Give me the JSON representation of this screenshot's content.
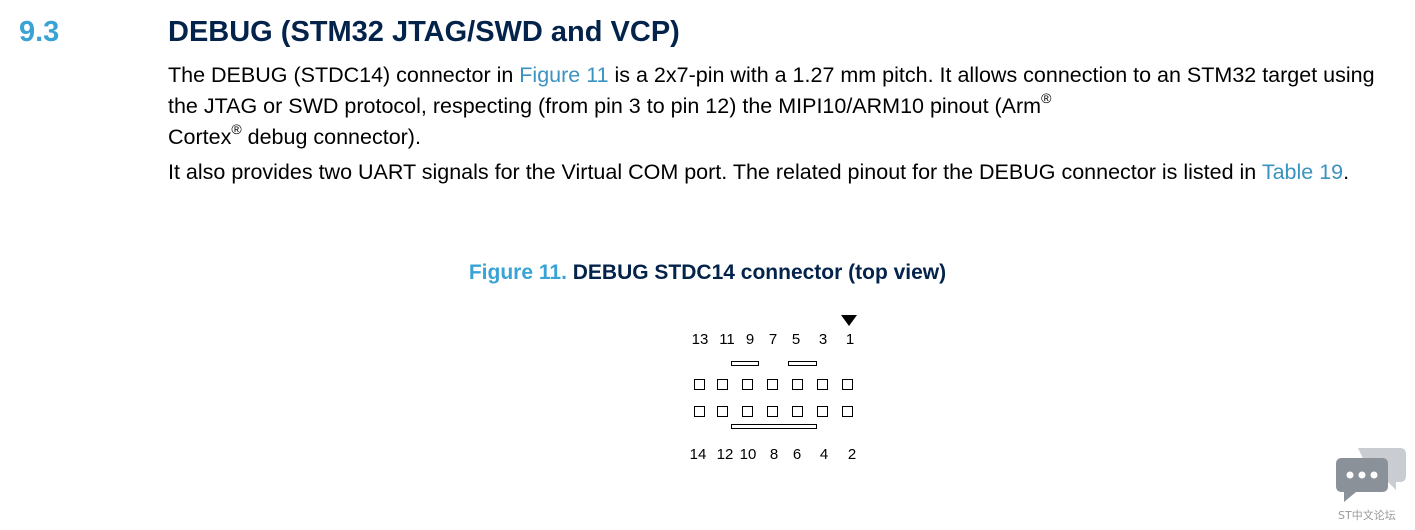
{
  "section": {
    "number": "9.3",
    "title": "DEBUG (STM32 JTAG/SWD and VCP)"
  },
  "paragraph1": {
    "t1": "The DEBUG (STDC14) connector in ",
    "link": "Figure 11",
    "t2": " is a 2x7-pin with a 1.27 mm pitch. It allows connection to an STM32 target using the JTAG or SWD protocol, respecting (from pin 3 to pin 12) the MIPI10/ARM10 pinout (Arm",
    "sup1": "®",
    "t3": " Cortex",
    "sup2": "®",
    "t4": " debug connector)."
  },
  "paragraph2": {
    "t1": "It also provides two UART signals for the Virtual COM port. The related pinout for the DEBUG connector is listed in ",
    "link": "Table 19",
    "t2": "."
  },
  "figure": {
    "number": "Figure 11.",
    "caption": "DEBUG STDC14 connector (top view)",
    "top_pins": [
      "13",
      "11",
      "9",
      "7",
      "5",
      "3",
      "1"
    ],
    "bottom_pins": [
      "14",
      "12",
      "10",
      "8",
      "6",
      "4",
      "2"
    ]
  },
  "watermark": {
    "text": "ST中文论坛",
    "icon": "chat-bubble-icon"
  },
  "colors": {
    "accent": "#3aa3d6",
    "link": "#3a93c0",
    "heading": "#03234b"
  }
}
